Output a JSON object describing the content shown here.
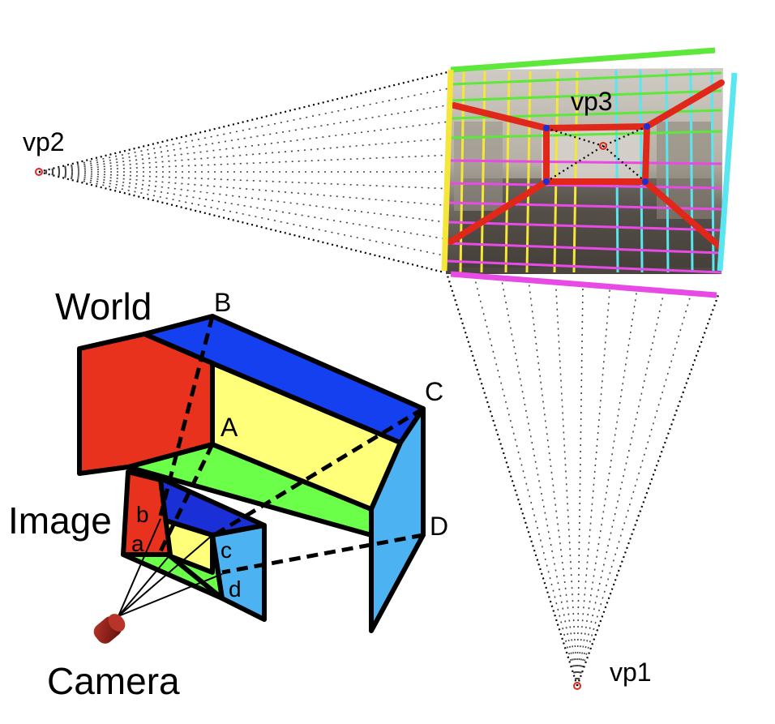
{
  "labels": {
    "world": "World",
    "image": "Image",
    "camera": "Camera",
    "vp1": "vp1",
    "vp2": "vp2",
    "vp3": "vp3"
  },
  "points": {
    "A": "A",
    "B": "B",
    "C": "C",
    "D": "D",
    "a": "a",
    "b": "b",
    "c": "c",
    "d": "d"
  },
  "colors": {
    "red": "#e8321e",
    "blue": "#1540f0",
    "yellow": "#ffff7a",
    "green": "#6cff4a",
    "lightblue": "#4db2f2",
    "darkblue": "#1a2fd6",
    "camera": "#8a1a14",
    "grid_yellow": "#f5e63a",
    "grid_green": "#5ee83c",
    "grid_cyan": "#5ae6f0",
    "grid_magenta": "#e84ae6",
    "vp_red": "#e0281a"
  }
}
